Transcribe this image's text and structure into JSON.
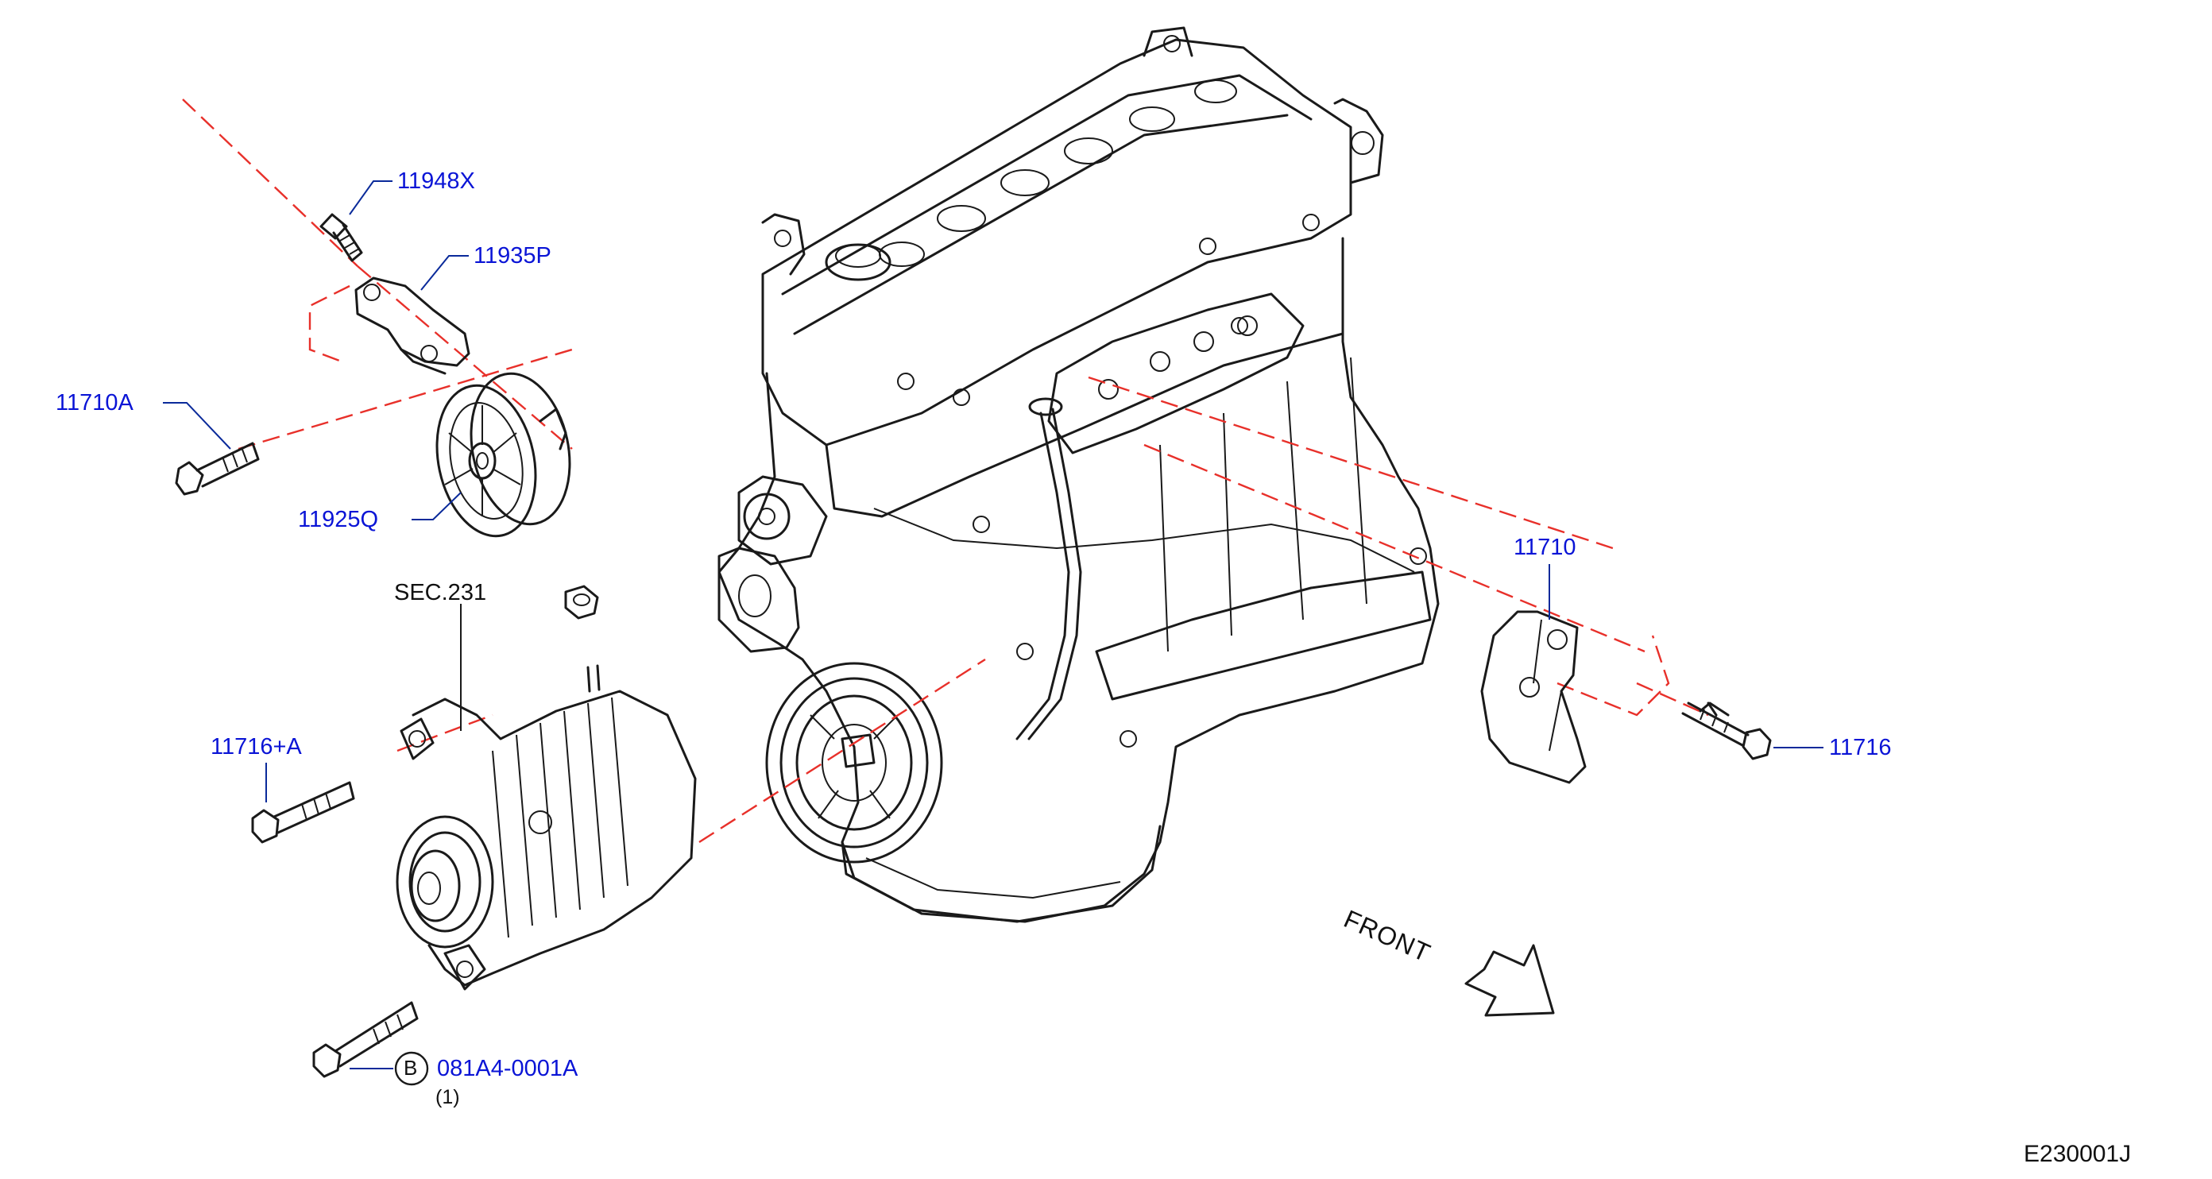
{
  "colors": {
    "part_label": "#0a14d6",
    "text": "#111111",
    "centerline": "#e8302a",
    "outline": "#1a1a1a"
  },
  "callouts": {
    "bolt_11948x": "11948X",
    "bracket_11935p": "11935P",
    "bolt_11710a": "11710A",
    "idler_11925q": "11925Q",
    "section_ref": "SEC.231",
    "bolt_11716a": "11716+A",
    "bolt_081a4": "081A4-0001A",
    "bolt_081a4_qty": "(1)",
    "circle_marker": "B",
    "bracket_11710": "11710",
    "bolt_11716": "11716"
  },
  "direction": {
    "label": "FRONT",
    "icon": "front-arrow-icon"
  },
  "figure_id": "E230001J"
}
